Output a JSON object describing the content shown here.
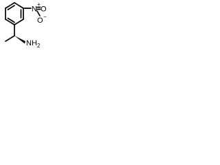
{
  "molecule": {
    "nitro_nitrogen": "N",
    "nitro_nitrogen_charge": "+",
    "nitro_oxygen_double": "O",
    "nitro_oxygen_single": "O",
    "nitro_oxygen_single_charge": "−",
    "amine_label": "NH",
    "amine_subscript": "2"
  },
  "colors": {
    "ink": "#000000",
    "background": "#ffffff"
  }
}
